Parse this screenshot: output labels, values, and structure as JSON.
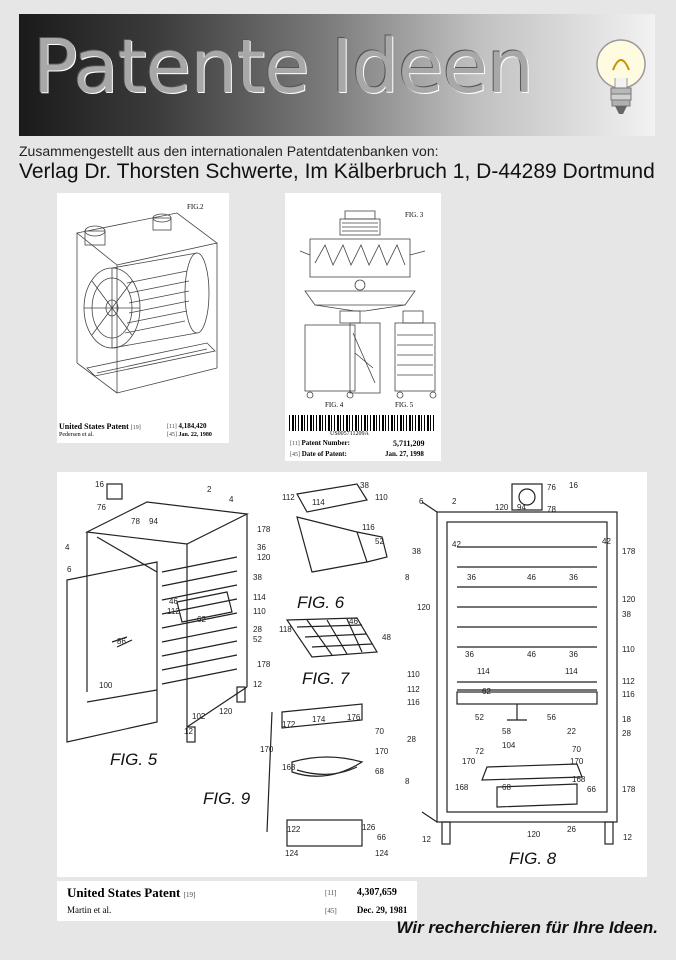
{
  "header": {
    "title": "Patente Ideen",
    "subtitle_small": "Zusammengestellt aus den internationalen Patentdatenbanken von:",
    "subtitle_large": "Verlag Dr. Thorsten Schwerte, Im Kälberbruch 1, D-44289 Dortmund"
  },
  "figure1": {
    "fig_label": "FIG.2",
    "patent_title": "United States Patent",
    "patent_tag": "[19]",
    "inventor": "Pedersen et al.",
    "number_tag": "[11]",
    "number": "4,184,420",
    "date_tag": "[45]",
    "date": "Jan. 22, 1980"
  },
  "figure2": {
    "fig_label_top": "FIG. 3",
    "fig_label_left": "FIG. 4",
    "fig_label_right": "FIG. 5",
    "barcode_text": "US005711209A",
    "number_tag": "[11]",
    "number_label": "Patent Number:",
    "number": "5,711,209",
    "date_tag": "[45]",
    "date_label": "Date of Patent:",
    "date": "Jan. 27, 1998"
  },
  "figure3": {
    "fig5": "FIG. 5",
    "fig6": "FIG. 6",
    "fig7": "FIG. 7",
    "fig8": "FIG. 8",
    "fig9": "FIG. 9"
  },
  "figure3_patent": {
    "patent_title": "United States Patent",
    "patent_tag": "[19]",
    "inventor": "Martin et al.",
    "number_tag": "[11]",
    "number": "4,307,659",
    "date_tag": "[45]",
    "date": "Dec. 29, 1981"
  },
  "footer": {
    "slogan": "Wir recherchieren für Ihre Ideen."
  }
}
